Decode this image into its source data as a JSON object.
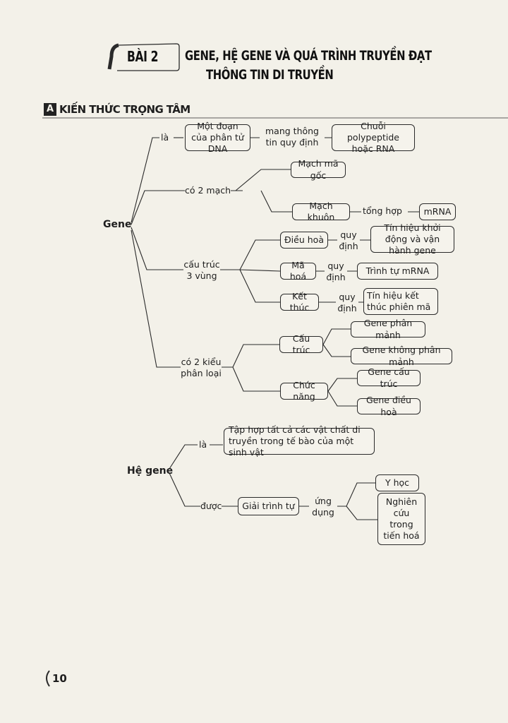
{
  "header": {
    "lesson_label": "BÀI 2",
    "title_line1": "GENE, HỆ GENE VÀ QUÁ TRÌNH TRUYỀN ĐẠT",
    "title_line2": "THÔNG TIN DI TRUYỀN"
  },
  "section": {
    "letter": "A",
    "title": "KIẾN THỨC TRỌNG TÂM"
  },
  "gene_map": {
    "root": "Gene",
    "is_label": "là",
    "definition": "Một đoạn của phân tử DNA",
    "carries_label": "mang thông tin quy định",
    "product": "Chuỗi polypeptide hoặc RNA",
    "two_strands_label": "có 2 mạch",
    "template_origin": "Mạch mã gốc",
    "template_strand": "Mạch khuôn",
    "synthesize_label": "tổng hợp",
    "mrna": "mRNA",
    "structure_label": "cấu trúc 3 vùng",
    "regions": [
      {
        "name": "Điều hoà",
        "rel": "quy định",
        "result": "Tín hiệu khởi động và vận hành gene"
      },
      {
        "name": "Mã hoá",
        "rel": "quy định",
        "result": "Trình tự mRNA"
      },
      {
        "name": "Kết thúc",
        "rel": "quy định",
        "result": "Tín hiệu kết thúc phiên mã"
      }
    ],
    "classification_label": "có 2 kiểu phân loại",
    "by_structure": "Cấu trúc",
    "structure_types": [
      "Gene phân mảnh",
      "Gene không phân mảnh"
    ],
    "by_function": "Chức năng",
    "function_types": [
      "Gene cấu trúc",
      "Gene điều hoà"
    ]
  },
  "genome_map": {
    "root": "Hệ gene",
    "is_label": "là",
    "definition": "Tập hợp tất cả các vật chất di truyền trong tế bào của một sinh vật",
    "by_label": "được",
    "sequencing": "Giải trình tự",
    "application_label": "ứng dụng",
    "applications": [
      "Y học",
      "Nghiên cứu trong tiến hoá"
    ]
  },
  "footer": {
    "page_number": "10"
  }
}
